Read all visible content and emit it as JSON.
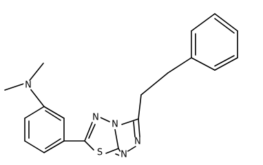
{
  "colors": {
    "bond": "#000000",
    "label": "#000000",
    "background": "#ffffff"
  },
  "atoms": {
    "amine_n": "N",
    "triazole_n_top": "N",
    "triazole_n_right": "N",
    "triazole_n_bottom": "N",
    "thiadiazole_n": "N",
    "sulfur": "S"
  }
}
